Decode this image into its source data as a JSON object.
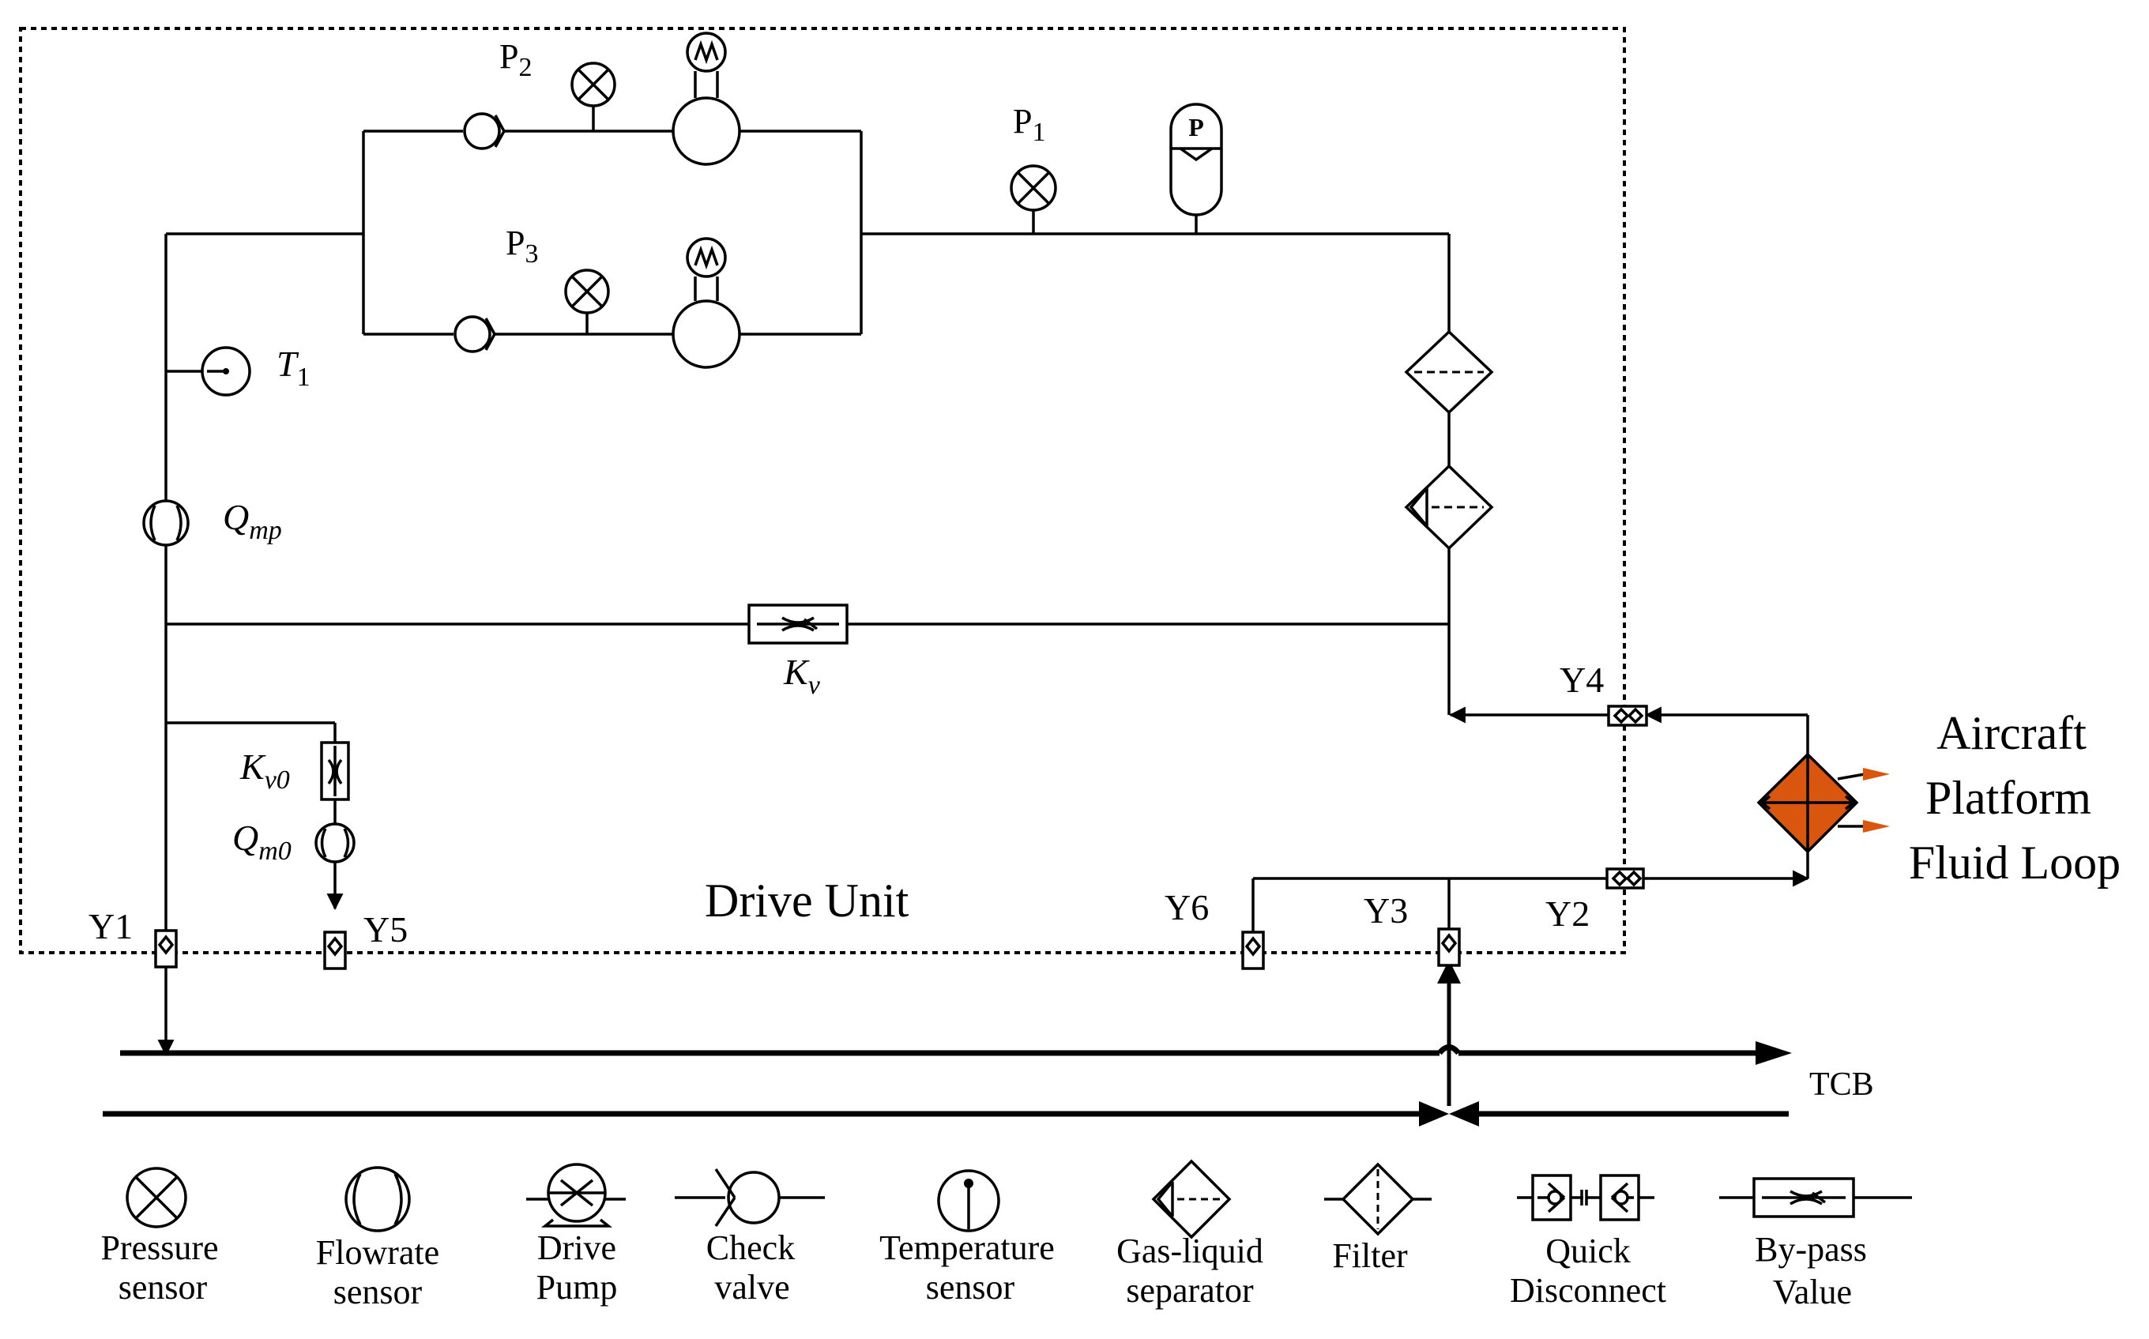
{
  "labels": {
    "p2": "P",
    "p2_sub": "2",
    "p1": "P",
    "p1_sub": "1",
    "p3": "P",
    "p3_sub": "3",
    "t1": "T",
    "t1_sub": "1",
    "qmp": "Q",
    "qmp_sub": "mp",
    "kv": "K",
    "kv_sub": "v",
    "kv0": "K",
    "kv0_sub": "v0",
    "qm0": "Q",
    "qm0_sub": "m0",
    "accumulator_mark": "P",
    "drive_unit": "Drive Unit",
    "y1": "Y1",
    "y2": "Y2",
    "y3": "Y3",
    "y4": "Y4",
    "y5": "Y5",
    "y6": "Y6",
    "tcb": "TCB",
    "aircraft_line1": "Aircraft",
    "aircraft_line2": "Platform",
    "aircraft_line3": "Fluid Loop"
  },
  "legend": {
    "pressure_l1": "Pressure",
    "pressure_l2": "sensor",
    "flow_l1": "Flowrate",
    "flow_l2": "sensor",
    "pump_l1": "Drive",
    "pump_l2": "Pump",
    "check_l1": "Check",
    "check_l2": "valve",
    "temp_l1": "Temperature",
    "temp_l2": "sensor",
    "gas_l1": "Gas-liquid",
    "gas_l2": "separator",
    "filter_l1": "Filter",
    "qd_l1": "Quick",
    "qd_l2": "Disconnect",
    "bypass_l1": "By-pass",
    "bypass_l2": "Value"
  },
  "colors": {
    "heat_exchanger": "#d9560f",
    "accumulator_mark": "#e00000",
    "aircraft_text": "#555555"
  }
}
